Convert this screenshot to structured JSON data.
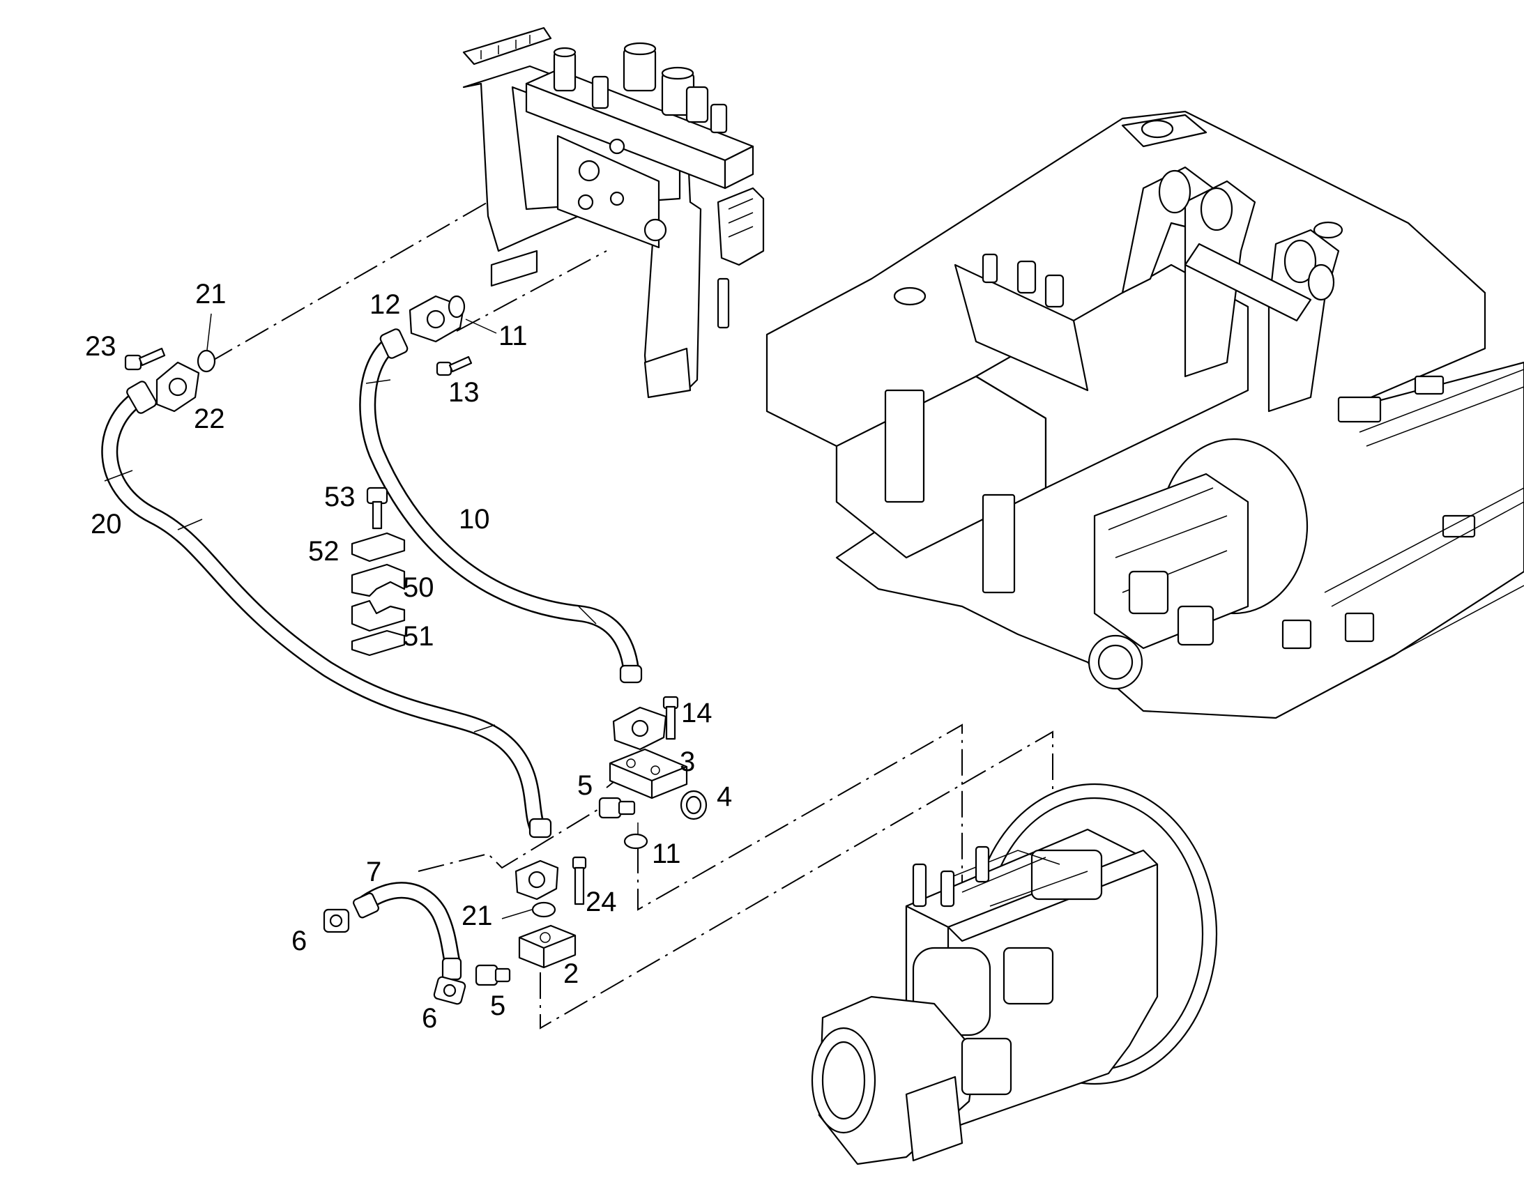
{
  "callouts": {
    "n21a": "21",
    "n23": "23",
    "n22": "22",
    "n12": "12",
    "n11a": "11",
    "n13": "13",
    "n20": "20",
    "n10": "10",
    "n53": "53",
    "n52": "52",
    "n50": "50",
    "n51": "51",
    "n14": "14",
    "n3": "3",
    "n5a": "5",
    "n4": "4",
    "n11b": "11",
    "n7": "7",
    "n21b": "21",
    "n24": "24",
    "n6a": "6",
    "n2": "2",
    "n6b": "6",
    "n5b": "5"
  }
}
